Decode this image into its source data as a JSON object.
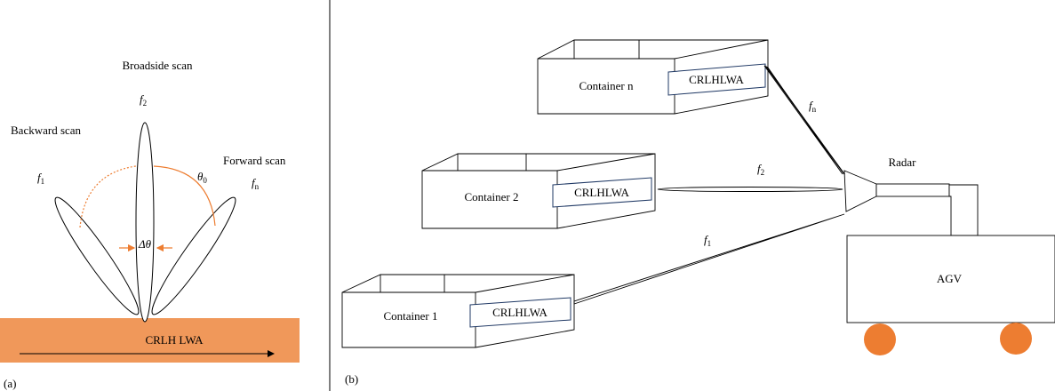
{
  "panel_a": {
    "label": "(a)",
    "broadside_scan": "Broadside scan",
    "backward_scan": "Backward scan",
    "forward_scan": "Forward scan",
    "f1": {
      "base": "f",
      "sub": "1"
    },
    "f2": {
      "base": "f",
      "sub": "2"
    },
    "fn": {
      "base": "f",
      "sub": "n"
    },
    "theta0": {
      "base": "θ",
      "sub": "0"
    },
    "delta_theta": "Δθ",
    "antenna_label": "CRLH LWA"
  },
  "panel_b": {
    "label": "(b)",
    "containers": [
      {
        "name": "Container n",
        "tag": "CRLHLWA"
      },
      {
        "name": "Container 2",
        "tag": "CRLHLWA"
      },
      {
        "name": "Container 1",
        "tag": "CRLHLWA"
      }
    ],
    "radar_label": "Radar",
    "agv_label": "AGV",
    "beam_fn": {
      "base": "f",
      "sub": "n"
    },
    "beam_f2": {
      "base": "f",
      "sub": "2"
    },
    "beam_f1": {
      "base": "f",
      "sub": "1"
    }
  },
  "colors": {
    "orange": "#f0985a",
    "accent_orange": "#ed7d31",
    "wheel": "#ed7d31",
    "tag_border": "#1f3864"
  }
}
